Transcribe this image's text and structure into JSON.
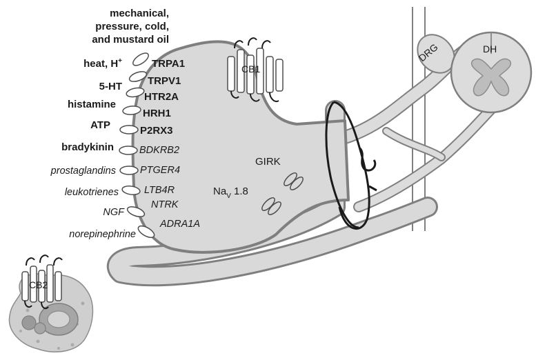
{
  "stimuli": {
    "mechanical_line1": "mechanical,",
    "mechanical_line2": "pressure, cold,",
    "mechanical_line3": "and mustard oil",
    "heat": "heat, H",
    "heat_sup": "+",
    "serotonin": "5-HT",
    "histamine": "histamine",
    "atp": "ATP",
    "bradykinin": "bradykinin",
    "prostaglandins": "prostaglandins",
    "leukotrienes": "leukotrienes",
    "ngf": "NGF",
    "norepinephrine": "norepinephrine"
  },
  "receptors": {
    "trpa1": "TRPA1",
    "trpv1": "TRPV1",
    "htr2a": "HTR2A",
    "hrh1": "HRH1",
    "p2rx3": "P2RX3",
    "bdkrb2": "BDKRB2",
    "ptger4": "PTGER4",
    "ltb4r": "LTB4R",
    "ntrk": "NTRK",
    "adra1a": "ADRA1A"
  },
  "channels": {
    "girk": "GIRK",
    "nav_base": "Na",
    "nav_sub": "V",
    "nav_num": " 1.8"
  },
  "cannabinoid": {
    "cb1": "CB1",
    "cb2": "CB2"
  },
  "spinal": {
    "drg": "DRG",
    "dh": "DH"
  },
  "colors": {
    "neuron_fill": "#d9d9d9",
    "neuron_stroke": "#7f7f7f",
    "cord_fill": "#dcdcdc",
    "cord_gray_matter": "#bdbdbd",
    "immune_fill": "#cfcfcf",
    "immune_nucleus": "#a6a6a6",
    "ink": "#1a1a1a"
  }
}
